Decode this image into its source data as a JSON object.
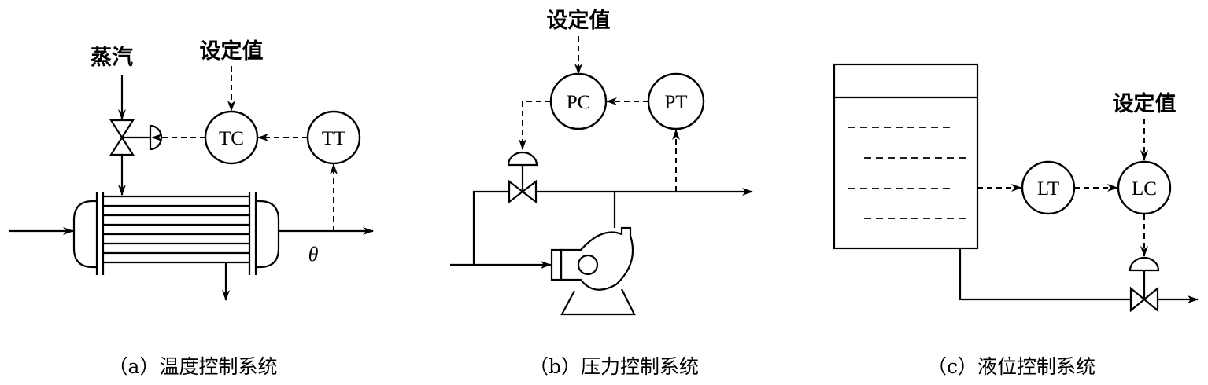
{
  "a": {
    "setpoint": "设定值",
    "steam": "蒸汽",
    "controller": "TC",
    "transmitter": "TT",
    "theta": "θ",
    "caption": "（a）温度控制系统"
  },
  "b": {
    "setpoint": "设定值",
    "controller": "PC",
    "transmitter": "PT",
    "caption": "（b）压力控制系统"
  },
  "c": {
    "setpoint": "设定值",
    "transmitter": "LT",
    "controller": "LC",
    "caption": "（c）液位控制系统"
  }
}
